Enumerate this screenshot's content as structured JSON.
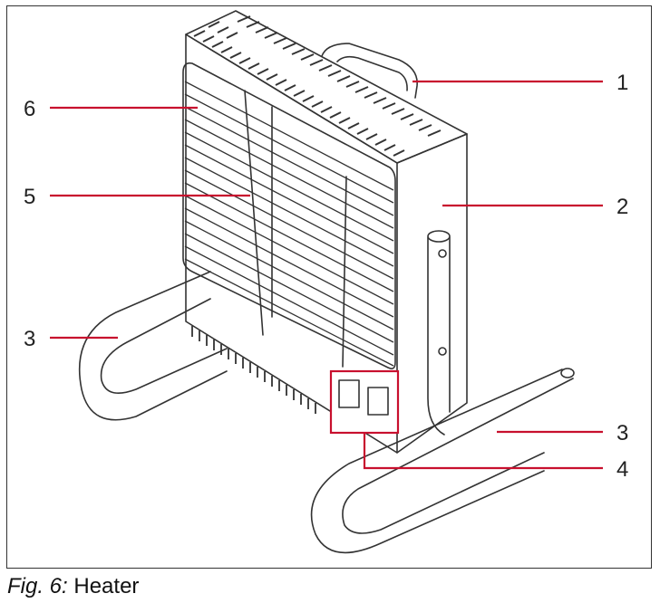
{
  "callouts": {
    "c1": "1",
    "c2": "2",
    "c3_left": "3",
    "c3_right": "3",
    "c4": "4",
    "c5": "5",
    "c6": "6"
  },
  "caption": {
    "figure_label": "Fig. 6:",
    "title": "Heater"
  },
  "colors": {
    "callout_line": "#c8102e",
    "line_art": "#333333"
  }
}
